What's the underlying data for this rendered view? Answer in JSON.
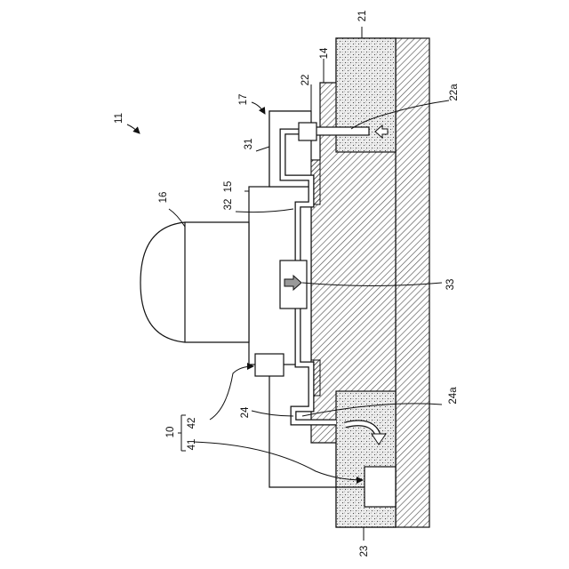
{
  "labels": {
    "l11": "11",
    "l17": "17",
    "l22": "22",
    "l14": "14",
    "l21": "21",
    "l22a": "22a",
    "l31": "31",
    "l32": "32",
    "l15": "15",
    "l16": "16",
    "l33": "33",
    "l24": "24",
    "l24a": "24a",
    "l10": "10",
    "l41": "41",
    "l42": "42",
    "l23": "23"
  },
  "colors": {
    "line": "#111111",
    "hatch": "#555555",
    "dot_fill": "#e8e8e8",
    "dot": "#444444",
    "background": "#ffffff"
  }
}
